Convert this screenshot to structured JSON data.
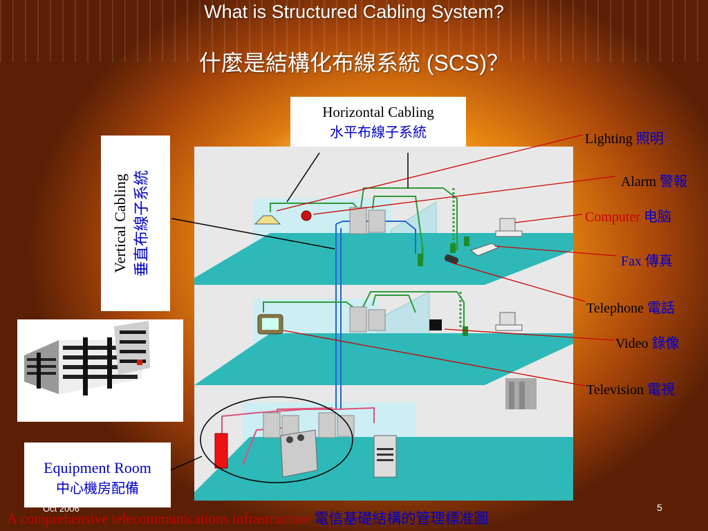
{
  "title_en": "What is Structured Cabling System?",
  "title_zh": "什麼是結構化布線系統 (SCS)？",
  "horizontal": {
    "en": "Horizontal Cabling",
    "zh": "水平布線子系統"
  },
  "vertical": {
    "en": "Vertical Cabling",
    "zh": "垂直布線子系統"
  },
  "equipment_room": {
    "en": "Equipment Room",
    "zh": "中心機房配備"
  },
  "labels": {
    "lighting": {
      "en": "Lighting",
      "zh": "照明"
    },
    "alarm": {
      "en": "Alarm",
      "zh": "警報"
    },
    "computer": {
      "en": "Computer",
      "zh": "电脑"
    },
    "fax": {
      "en": "Fax",
      "zh": "傳真"
    },
    "telephone": {
      "en": "Telephone",
      "zh": "電話"
    },
    "video": {
      "en": "Video",
      "zh": "錄像"
    },
    "television": {
      "en": "Television",
      "zh": "電視"
    }
  },
  "footer": {
    "en": "A comprehensive telecommunications infrastructure",
    "zh": "電信基礎結構的管理標准圖"
  },
  "date": "Oct 2006",
  "page_number": "5",
  "colors": {
    "floor": "#2fb8b8",
    "wall": "#bfe9f0",
    "cable_green": "#2e9a3a",
    "cable_blue": "#2266cc",
    "cable_pink": "#e0507a",
    "callout_line": "#cc0000"
  }
}
